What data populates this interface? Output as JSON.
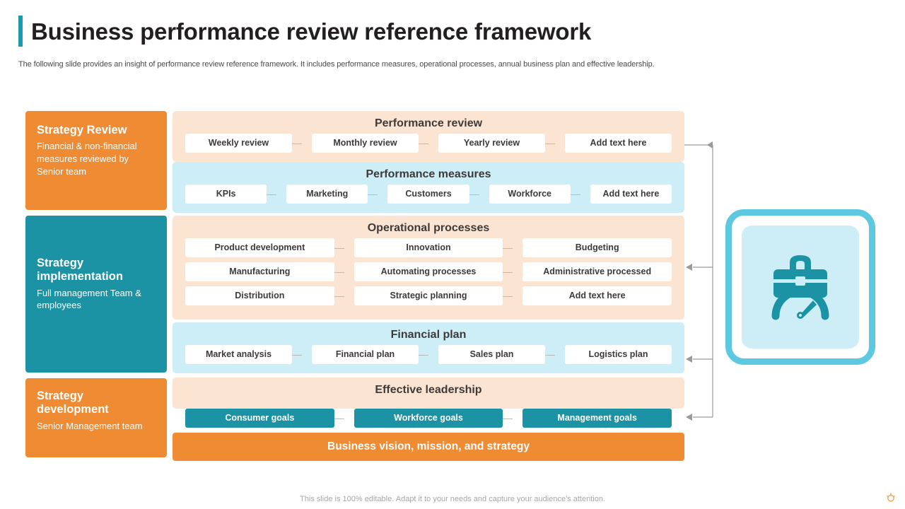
{
  "header": {
    "title": "Business performance review reference framework",
    "subtitle": "The following slide provides an insight of performance review reference framework. It includes performance measures, operational processes, annual business plan and effective leadership."
  },
  "stages": [
    {
      "title": "Strategy Review",
      "sub": "Financial & non-financial measures reviewed by Senior team",
      "color": "#ef8b33"
    },
    {
      "title": "Strategy implementation",
      "sub": "Full management Team & employees",
      "color": "#1c93a5"
    },
    {
      "title": "Strategy development",
      "sub": "Senior Management team",
      "color": "#ef8b33"
    }
  ],
  "groups": {
    "performance_review": {
      "title": "Performance review",
      "items": [
        "Weekly review",
        "Monthly review",
        "Yearly review",
        "Add text here"
      ]
    },
    "performance_measures": {
      "title": "Performance measures",
      "items": [
        "KPIs",
        "Marketing",
        "Customers",
        "Workforce",
        "Add text here"
      ]
    },
    "operational_processes": {
      "title": "Operational processes",
      "row1": [
        "Product development",
        "Innovation",
        "Budgeting"
      ],
      "row2": [
        "Manufacturing",
        "Automating processes",
        "Administrative processed"
      ],
      "row3": [
        "Distribution",
        "Strategic planning",
        "Add text here"
      ]
    },
    "financial_plan": {
      "title": "Financial plan",
      "items": [
        "Market analysis",
        "Financial plan",
        "Sales plan",
        "Logistics plan"
      ]
    },
    "effective_leadership": {
      "title": "Effective leadership",
      "items": [
        "Consumer goals",
        "Workforce goals",
        "Management goals"
      ]
    },
    "vision_banner": "Business vision, mission, and strategy"
  },
  "icons": {
    "side_icon": "briefcase-gauge-icon"
  },
  "footer": {
    "note": "This slide is 100% editable. Adapt it to your needs and capture your audience's attention."
  },
  "colors": {
    "orange": "#ef8b33",
    "teal": "#1c93a5",
    "peach": "#fbe5d2",
    "sky": "#cdeef7",
    "accent_cyan": "#5ec8e0"
  }
}
